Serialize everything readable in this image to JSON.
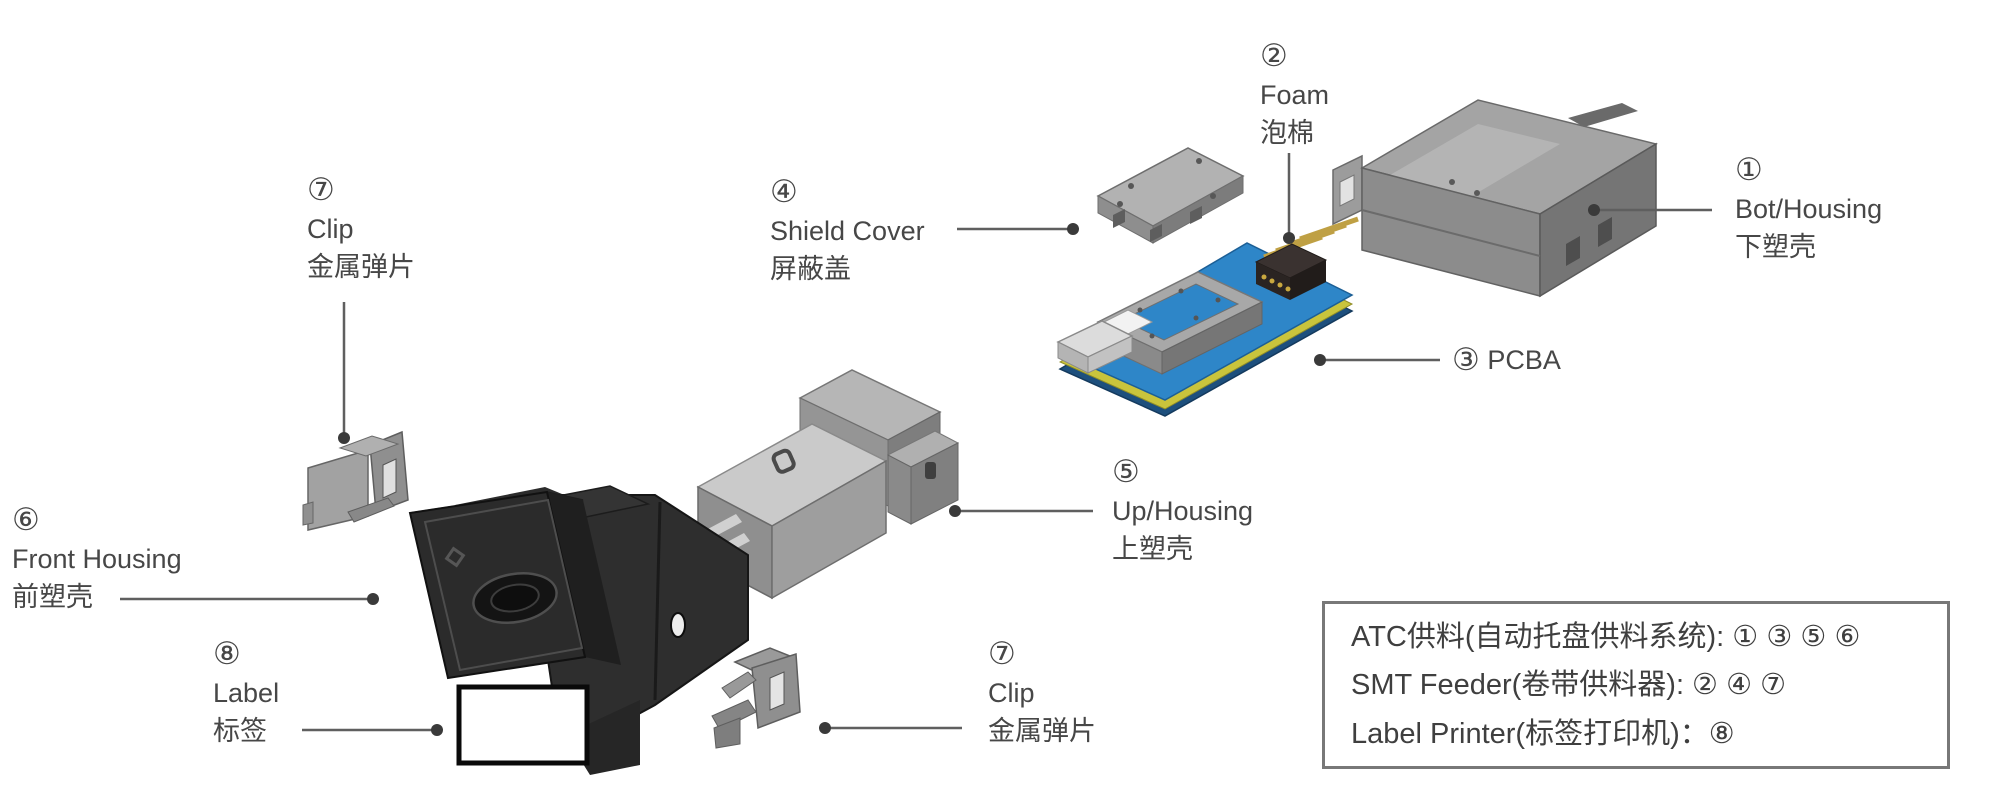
{
  "callouts": {
    "bot_housing": {
      "num": "①",
      "en": "Bot/Housing",
      "zh": "下塑壳"
    },
    "foam": {
      "num": "②",
      "en": "Foam",
      "zh": "泡棉"
    },
    "pcba": {
      "num": "③",
      "en": "PCBA"
    },
    "shield_cover": {
      "num": "④",
      "en": "Shield Cover",
      "zh": "屏蔽盖"
    },
    "up_housing": {
      "num": "⑤",
      "en": "Up/Housing",
      "zh": "上塑壳"
    },
    "front_housing": {
      "num": "⑥",
      "en": "Front Housing",
      "zh": "前塑壳"
    },
    "clip_top": {
      "num": "⑦",
      "en": "Clip",
      "zh": "金属弹片"
    },
    "clip_bottom": {
      "num": "⑦",
      "en": "Clip",
      "zh": "金属弹片"
    },
    "label": {
      "num": "⑧",
      "en": "Label",
      "zh": "标签"
    }
  },
  "legend": {
    "line1": "ATC供料(自动托盘供料系统): ① ③ ⑤ ⑥",
    "line2": "SMT Feeder(卷带供料器): ② ④ ⑦",
    "line3": "Label Printer(标签打印机)：⑧"
  },
  "colors": {
    "text": "#474747",
    "leader_line": "#5f5f5f",
    "pcb_blue": "#2e86c8",
    "pcb_edge_yellow": "#c9c43c",
    "pcb_bottom_navy": "#1d4f7d",
    "pin_gold": "#bfa044",
    "housing_gray": "#a4a4a4",
    "front_housing_dark": "#2b2b2b",
    "label_white": "#ffffff",
    "legend_border": "#787878"
  }
}
